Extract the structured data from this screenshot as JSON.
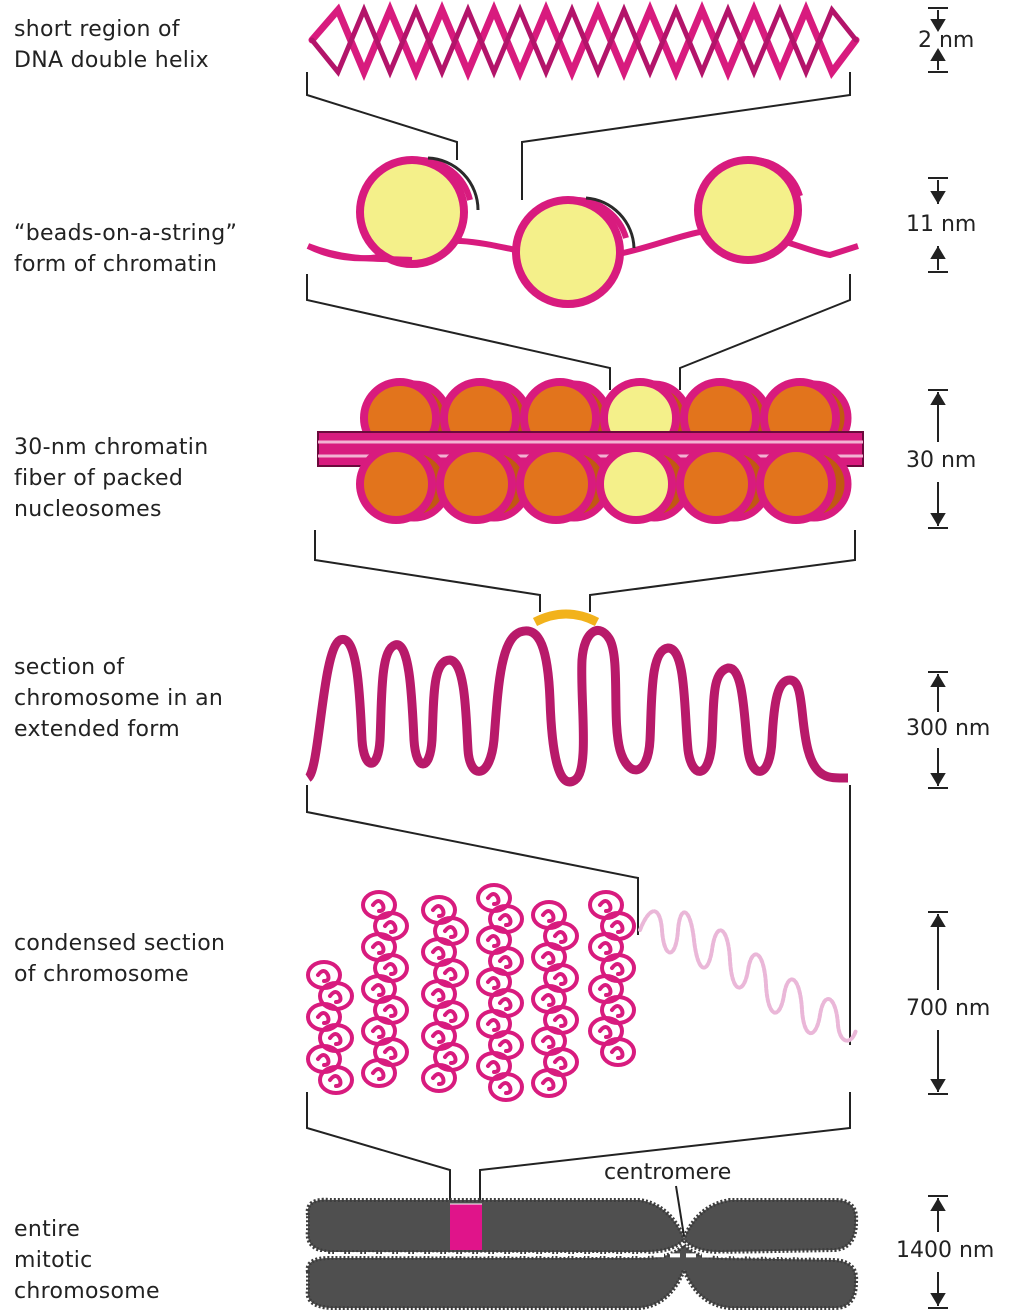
{
  "levels": [
    {
      "label_lines": [
        "short region of",
        "DNA double helix"
      ],
      "scale": "2 nm"
    },
    {
      "label_lines": [
        "“beads-on-a-string”",
        "form of chromatin"
      ],
      "scale": "11 nm"
    },
    {
      "label_lines": [
        "30-nm chromatin",
        "fiber of packed",
        "nucleosomes"
      ],
      "scale": "30 nm"
    },
    {
      "label_lines": [
        "section of",
        "chromosome in an",
        "extended form"
      ],
      "scale": "300 nm"
    },
    {
      "label_lines": [
        "condensed section",
        "of chromosome"
      ],
      "scale": "700 nm"
    },
    {
      "label_lines": [
        "entire",
        "mitotic",
        "chromosome"
      ],
      "scale": "1400 nm"
    }
  ],
  "annotations": {
    "centromere": "centromere"
  },
  "colors": {
    "dna": "#d81b7e",
    "histone": "#f4f08a",
    "histone_dark": "#e2741c",
    "chromosome": "#4f4f4f",
    "linker": "#f2b21b"
  }
}
